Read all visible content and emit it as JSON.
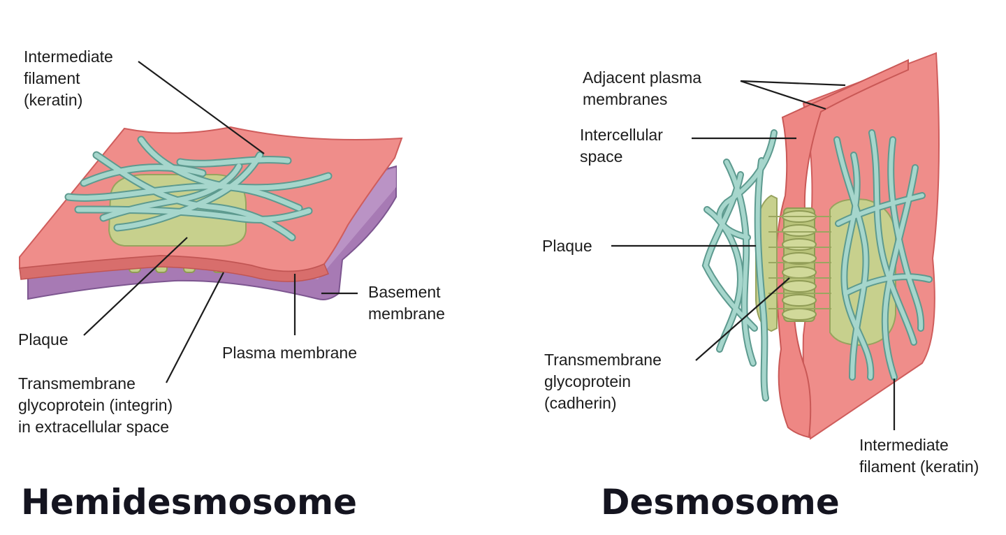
{
  "titles": {
    "hemidesmosome": "Hemidesmosome",
    "desmosome": "Desmosome"
  },
  "hemidesmosome": {
    "intermediate_filament": [
      "Intermediate",
      "filament",
      "(keratin)"
    ],
    "plaque": "Plaque",
    "transmembrane": [
      "Transmembrane",
      "glycoprotein (integrin)",
      "in extracellular space"
    ],
    "plasma_membrane": "Plasma membrane",
    "basement_membrane": [
      "Basement",
      "membrane"
    ]
  },
  "desmosome": {
    "adjacent_membranes": [
      "Adjacent plasma",
      "membranes"
    ],
    "intercellular_space": [
      "Intercellular",
      "space"
    ],
    "plaque": "Plaque",
    "transmembrane": [
      "Transmembrane",
      "glycoprotein",
      "(cadherin)"
    ],
    "intermediate_filament": [
      "Intermediate",
      "filament (keratin)"
    ]
  },
  "colors": {
    "membrane": "#ef8d8a",
    "membrane_edge": "#cf5d5c",
    "basement": "#a77ab4",
    "plaque": "#c7d08d",
    "filament": "#8fc7bd"
  }
}
